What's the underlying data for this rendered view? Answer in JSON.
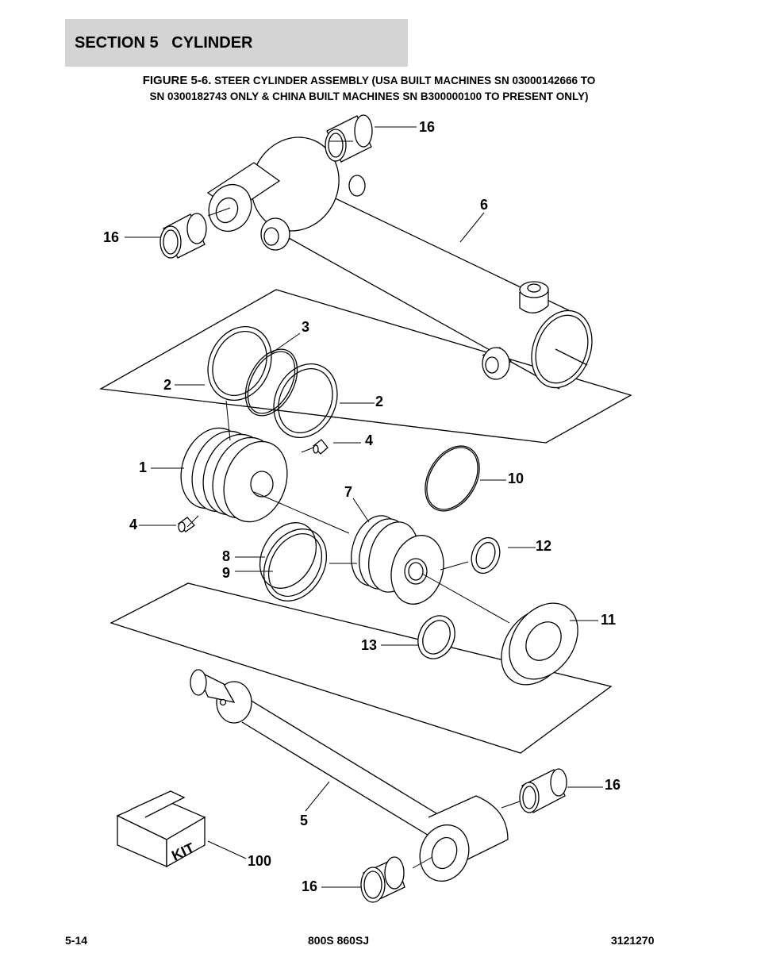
{
  "header": {
    "section": "SECTION 5",
    "title": "CYLINDER"
  },
  "figure": {
    "number": "FIGURE 5-6.",
    "caption_line1": "STEER CYLINDER ASSEMBLY (USA BUILT MACHINES SN 03000142666 TO",
    "caption_line2": "SN 0300182743 ONLY & CHINA BUILT MACHINES SN B300000100 TO PRESENT ONLY)"
  },
  "callouts": {
    "c16_top": "16",
    "c16_left": "16",
    "c6": "6",
    "c3": "3",
    "c2_left": "2",
    "c2_right": "2",
    "c4_right": "4",
    "c1": "1",
    "c10": "10",
    "c7": "7",
    "c4_left": "4",
    "c12": "12",
    "c8": "8",
    "c9": "9",
    "c11": "11",
    "c13": "13",
    "c16_rod": "16",
    "c5": "5",
    "c100": "100",
    "c16_bottom": "16"
  },
  "kit_label": "KIT",
  "footer": {
    "page": "5-14",
    "model": "800S 860SJ",
    "doc": "3121270"
  }
}
